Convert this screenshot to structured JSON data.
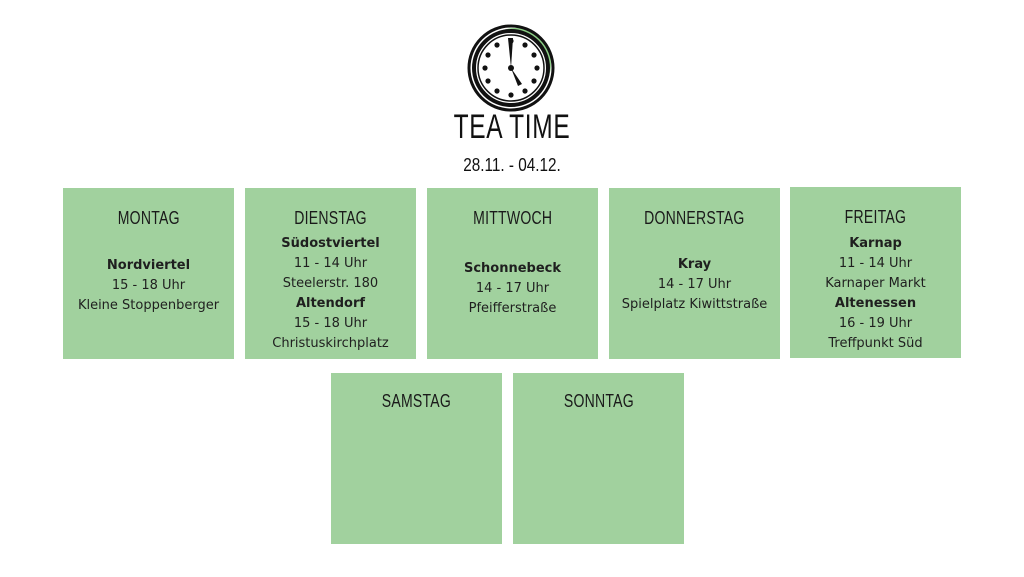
{
  "header": {
    "title": "TEA TIME",
    "dates": "28.11. - 04.12."
  },
  "colors": {
    "card": "#a1d19e",
    "accent": "#7fc77a",
    "text": "#1b1b1b"
  },
  "icons": {
    "logo": "clock-icon"
  },
  "days": [
    {
      "name": "MONTAG",
      "entries": [
        {
          "place": "Nordviertel",
          "time": "15 - 18 Uhr",
          "location": "Kleine Stoppenberger"
        }
      ]
    },
    {
      "name": "DIENSTAG",
      "entries": [
        {
          "place": "Südostviertel",
          "time": "11 - 14 Uhr",
          "location": "Steelerstr. 180"
        },
        {
          "place": "Altendorf",
          "time": "15 - 18 Uhr",
          "location": "Christuskirchplatz"
        }
      ]
    },
    {
      "name": "MITTWOCH",
      "entries": [
        {
          "place": "Schonnebeck",
          "time": "14 - 17 Uhr",
          "location": "Pfeifferstraße"
        }
      ]
    },
    {
      "name": "DONNERSTAG",
      "entries": [
        {
          "place": "Kray",
          "time": "14 - 17 Uhr",
          "location": "Spielplatz Kiwittstraße"
        }
      ]
    },
    {
      "name": "FREITAG",
      "entries": [
        {
          "place": "Karnap",
          "time": "11 - 14 Uhr",
          "location": "Karnaper Markt"
        },
        {
          "place": "Altenessen",
          "time": "16 - 19 Uhr",
          "location": "Treffpunkt Süd"
        }
      ]
    },
    {
      "name": "SAMSTAG",
      "entries": []
    },
    {
      "name": "SONNTAG",
      "entries": []
    }
  ]
}
